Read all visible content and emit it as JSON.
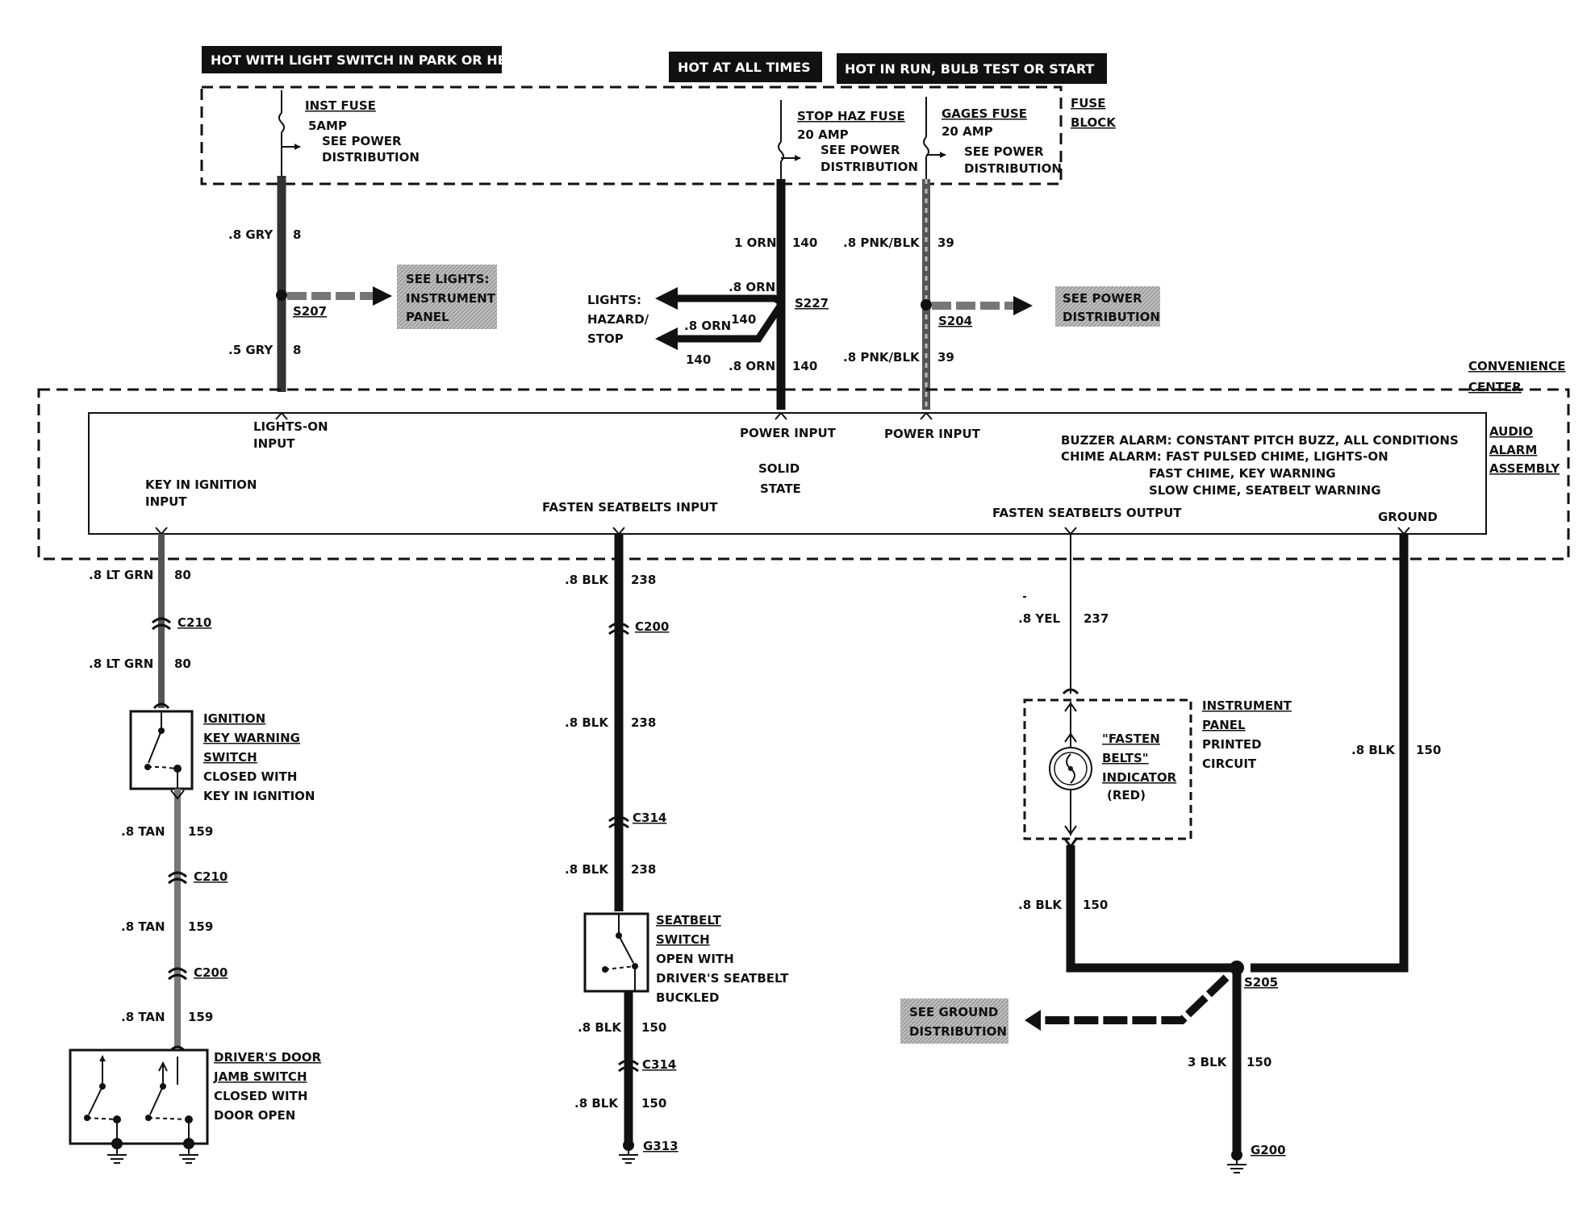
{
  "headers": {
    "park_head": "HOT WITH LIGHT SWITCH IN PARK OR HEAD",
    "all_times": "HOT AT ALL TIMES",
    "run": "HOT IN RUN,  BULB TEST OR START"
  },
  "fuse_block": {
    "label_1": "FUSE",
    "label_2": "BLOCK",
    "inst_fuse": {
      "name": "INST FUSE",
      "rating": "5AMP",
      "ref_1": "SEE POWER",
      "ref_2": "DISTRIBUTION"
    },
    "stop_haz_fuse": {
      "name": "STOP HAZ FUSE",
      "rating": "20 AMP",
      "ref_1": "SEE POWER",
      "ref_2": "DISTRIBUTION"
    },
    "gages_fuse": {
      "name": "GAGES FUSE",
      "rating": "20 AMP",
      "ref_1": "SEE POWER",
      "ref_2": "DISTRIBUTION"
    }
  },
  "wires": {
    "gry_top": {
      "label": ".8 GRY",
      "circuit": "8"
    },
    "gry_bottom": {
      "label": ".5 GRY",
      "circuit": "8"
    },
    "orn_top": {
      "label": "1 ORN",
      "circuit": "140"
    },
    "orn_branch_1": {
      "label": ".8 ORN"
    },
    "orn_branch_2": {
      "label": ".8 ORN",
      "circuit": "140"
    },
    "orn_branch_2_circuit_b": "140",
    "orn_bottom": {
      "label": ".8 ORN",
      "circuit": "140"
    },
    "pnk_top": {
      "label": ".8 PNK/BLK",
      "circuit": "39"
    },
    "pnk_bottom": {
      "label": ".8 PNK/BLK",
      "circuit": "39"
    },
    "ltgrn_top": {
      "label": ".8 LT GRN",
      "circuit": "80"
    },
    "ltgrn_bottom": {
      "label": ".8 LT GRN",
      "circuit": "80"
    },
    "tan_1": {
      "label": ".8 TAN",
      "circuit": "159"
    },
    "tan_2": {
      "label": ".8 TAN",
      "circuit": "159"
    },
    "tan_3": {
      "label": ".8 TAN",
      "circuit": "159"
    },
    "blk238_1": {
      "label": ".8 BLK",
      "circuit": "238"
    },
    "blk238_2": {
      "label": ".8 BLK",
      "circuit": "238"
    },
    "blk238_3": {
      "label": ".8 BLK",
      "circuit": "238"
    },
    "blk150_sb_1": {
      "label": ".8 BLK",
      "circuit": "150"
    },
    "blk150_sb_2": {
      "label": ".8 BLK",
      "circuit": "150"
    },
    "yel": {
      "label": ".8 YEL",
      "circuit": "237"
    },
    "blk150_ip": {
      "label": ".8 BLK",
      "circuit": "150"
    },
    "blk150_gnd": {
      "label": ".8 BLK",
      "circuit": "150"
    },
    "blk3_150": {
      "label": "3 BLK",
      "circuit": "150"
    }
  },
  "splices": {
    "s207": "S207",
    "s227": "S227",
    "s204": "S204",
    "s205": "S205"
  },
  "connectors": {
    "c210_a": "C210",
    "c210_b": "C210",
    "c200_a": "C200",
    "c200_b": "C200",
    "c314_a": "C314",
    "c314_b": "C314"
  },
  "grounds": {
    "g313": "G313",
    "g200": "G200"
  },
  "refs": {
    "lights_ip_1": "SEE LIGHTS:",
    "lights_ip_2": "INSTRUMENT",
    "lights_ip_3": "PANEL",
    "power_dist_1": "SEE POWER",
    "power_dist_2": "DISTRIBUTION",
    "ground_dist_1": "SEE GROUND",
    "ground_dist_2": "DISTRIBUTION",
    "hazard_1": "LIGHTS:",
    "hazard_2": "HAZARD/",
    "hazard_3": "STOP"
  },
  "convenience_center": {
    "label_1": "CONVENIENCE",
    "label_2": "CENTER"
  },
  "alarm_assembly": {
    "label_1": "AUDIO",
    "label_2": "ALARM",
    "label_3": "ASSEMBLY",
    "lights_on_1": "LIGHTS-ON",
    "lights_on_2": "INPUT",
    "power_input_1": "POWER INPUT",
    "power_input_2": "POWER INPUT",
    "key_in_1": "KEY IN IGNITION",
    "key_in_2": "INPUT",
    "fasten_in": "FASTEN SEATBELTS INPUT",
    "fasten_out": "FASTEN SEATBELTS OUTPUT",
    "ground": "GROUND",
    "solid_1": "SOLID",
    "solid_2": "STATE",
    "buzzer": "BUZZER ALARM: CONSTANT PITCH BUZZ, ALL CONDITIONS",
    "chime_1": "CHIME ALARM: FAST PULSED CHIME, LIGHTS-ON",
    "chime_2": "FAST CHIME, KEY WARNING",
    "chime_3": "SLOW CHIME, SEATBELT WARNING"
  },
  "components": {
    "ign_switch": {
      "l1": "IGNITION",
      "l2": "KEY WARNING",
      "l3": "SWITCH",
      "l4": "CLOSED WITH",
      "l5": "KEY IN IGNITION"
    },
    "door_switch": {
      "l1": "DRIVER'S DOOR",
      "l2": "JAMB SWITCH",
      "l3": "CLOSED WITH",
      "l4": "DOOR OPEN"
    },
    "seatbelt_switch": {
      "l1": "SEATBELT",
      "l2": "SWITCH",
      "l3": "OPEN WITH",
      "l4": "DRIVER'S SEATBELT",
      "l5": "BUCKLED"
    },
    "indicator": {
      "l1": "\"FASTEN",
      "l2": "BELTS\"",
      "l3": "INDICATOR",
      "l4": "(RED)"
    },
    "ip_circuit": {
      "l1": "INSTRUMENT",
      "l2": "PANEL",
      "l3": "PRINTED",
      "l4": "CIRCUIT"
    }
  }
}
